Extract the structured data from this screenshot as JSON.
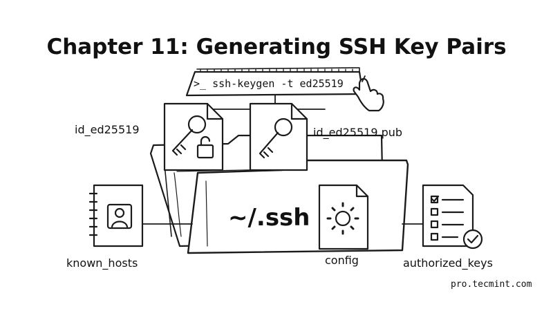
{
  "diagram": {
    "title": "Chapter 11: Generating SSH Key Pairs",
    "command": ">_ ssh-keygen -t ed25519",
    "directory": "~/.ssh",
    "nodes": {
      "private_key": "id_ed25519",
      "public_key": "id_ed25519.pub",
      "known_hosts": "known_hosts",
      "config": "config",
      "authorized_keys": "authorized_keys"
    },
    "source": "pro.tecmint.com",
    "icons": {
      "keyboard": "keyboard-icon",
      "hand": "pointing-hand-icon",
      "private_key": "key-file-with-padlock-icon",
      "public_key": "key-file-icon",
      "folder": "open-folder-icon",
      "known_hosts": "address-book-icon",
      "config": "gear-file-icon",
      "authorized_keys": "checklist-icon"
    }
  }
}
